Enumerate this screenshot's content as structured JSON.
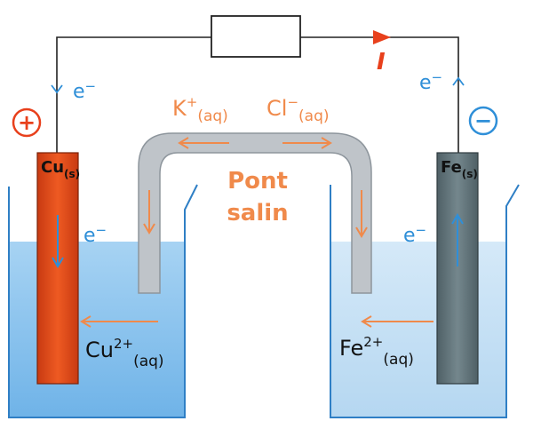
{
  "electrodes": {
    "left": {
      "label": "Cu",
      "sub": "(s)",
      "sign": "+"
    },
    "right": {
      "label": "Fe",
      "sub": "(s)",
      "sign": "−"
    }
  },
  "salt_bridge": {
    "line1": "Pont",
    "line2": "salin",
    "cation": "K",
    "cation_sup": "+",
    "cation_sub": "(aq)",
    "anion": "Cl",
    "anion_sup": "−",
    "anion_sub": "(aq)"
  },
  "circuit": {
    "current": "I"
  },
  "electrons": {
    "label": "e",
    "sup": "−"
  },
  "solutions": {
    "left": {
      "ion": "Cu",
      "sup": "2+",
      "sub": "(aq)"
    },
    "right": {
      "ion": "Fe",
      "sup": "2+",
      "sub": "(aq)"
    }
  },
  "colors": {
    "copper": "#e24a1c",
    "iron": "#5f7278",
    "solution_left": "#8cc6ee",
    "solution_right": "#c5e0f4",
    "bridge": "#bfc4c9",
    "ion_arrow": "#f08a4b",
    "electron": "#2f8fd8",
    "current_arrow": "#e8401c"
  }
}
